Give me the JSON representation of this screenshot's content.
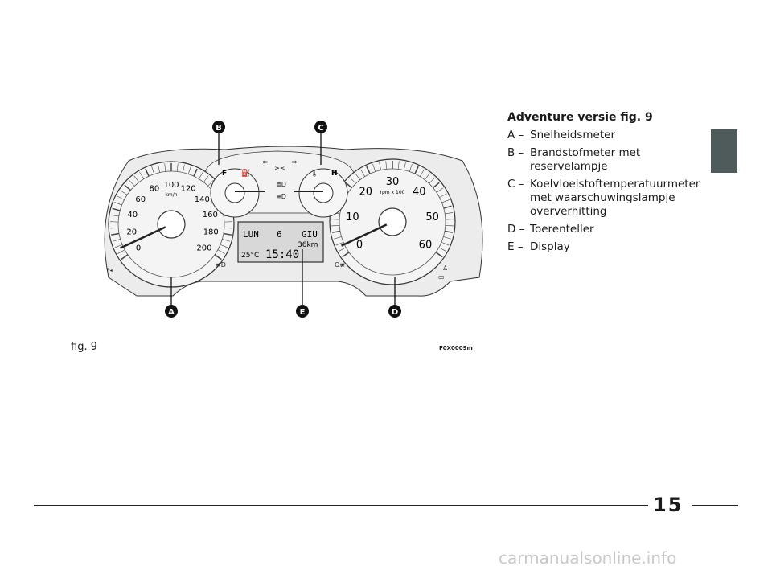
{
  "legend": {
    "title": "Adventure versie fig. 9",
    "items": [
      {
        "key": "A –",
        "text": "Snelheidsmeter"
      },
      {
        "key": "B –",
        "text": "Brandstofmeter met reservelampje"
      },
      {
        "key": "C –",
        "text": "Koelvloeistoftemperatuurmeter met waarschuwingslampje oververhitting"
      },
      {
        "key": "D –",
        "text": "Toerenteller"
      },
      {
        "key": "E –",
        "text": "Display"
      }
    ]
  },
  "figure": {
    "label": "fig. 9",
    "code": "F0X0009m",
    "callouts": [
      "A",
      "B",
      "C",
      "D",
      "E"
    ],
    "speedometer": {
      "unit": "km/h",
      "ticks": [
        "0",
        "20",
        "40",
        "60",
        "80",
        "100",
        "120",
        "140",
        "160",
        "180",
        "200"
      ]
    },
    "tachometer": {
      "unit": "rpm x 100",
      "ticks": [
        "0",
        "10",
        "20",
        "30",
        "40",
        "50",
        "60"
      ]
    },
    "fuel": {
      "label": "F"
    },
    "temp": {
      "label": "H"
    },
    "display": {
      "day": "LUN",
      "date": "6",
      "month": "GIU",
      "trip": "36km",
      "temp": "25°C",
      "time": "15:40"
    }
  },
  "page": {
    "number": "15"
  },
  "watermark": "carmanualsonline.info",
  "colors": {
    "tab": "#4f5a5a",
    "panel": "#e8e8e8",
    "display": "#d8d8d8"
  }
}
